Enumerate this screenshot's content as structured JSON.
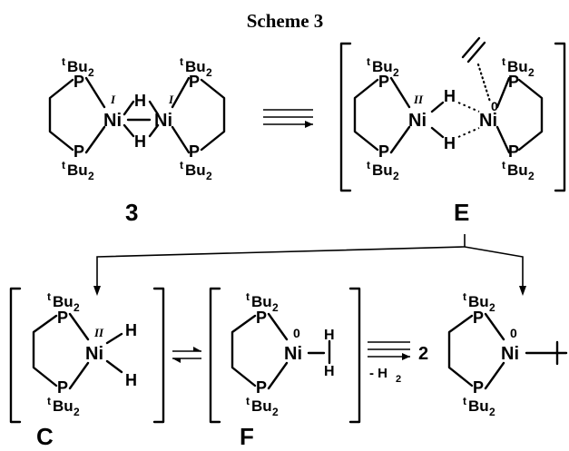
{
  "title": "Scheme 3",
  "atoms": {
    "ni": "Ni",
    "p": "P",
    "h": "H",
    "tbu_prefix": "t",
    "tbu_body": "Bu",
    "tbu_sub": "2"
  },
  "oxidation_states": {
    "one": "I",
    "two": "II",
    "zero": "0"
  },
  "compound_labels": {
    "c3": "3",
    "e": "E",
    "c": "C",
    "f": "F"
  },
  "reaction": {
    "coefficient": "2",
    "byproduct": "- H",
    "byproduct_sub": "2"
  },
  "colors": {
    "ink": "#000000",
    "background": "#ffffff"
  }
}
